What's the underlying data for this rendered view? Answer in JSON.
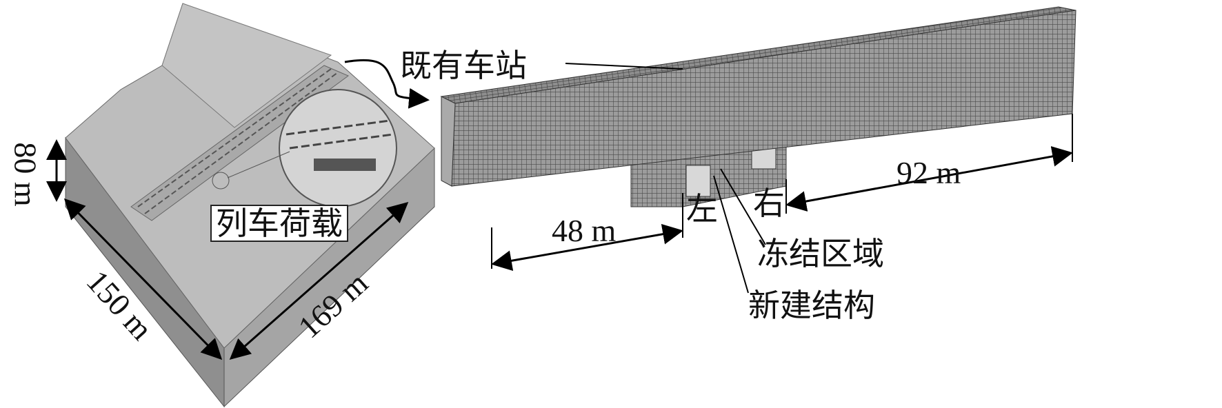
{
  "left_model": {
    "train_load_label": "列车荷载",
    "height_label": "80 m",
    "width_label": "150 m",
    "length_label": "169 m"
  },
  "right_model": {
    "existing_station_label": "既有车站",
    "left_label": "左",
    "right_label": "右",
    "dim_48_label": "48 m",
    "dim_92_label": "92 m",
    "frozen_zone_label": "冻结区域",
    "new_structure_label": "新建结构"
  },
  "colors": {
    "block_top": "#b9b9b9",
    "block_side": "#9a9a9a",
    "mesh": "#555555"
  }
}
